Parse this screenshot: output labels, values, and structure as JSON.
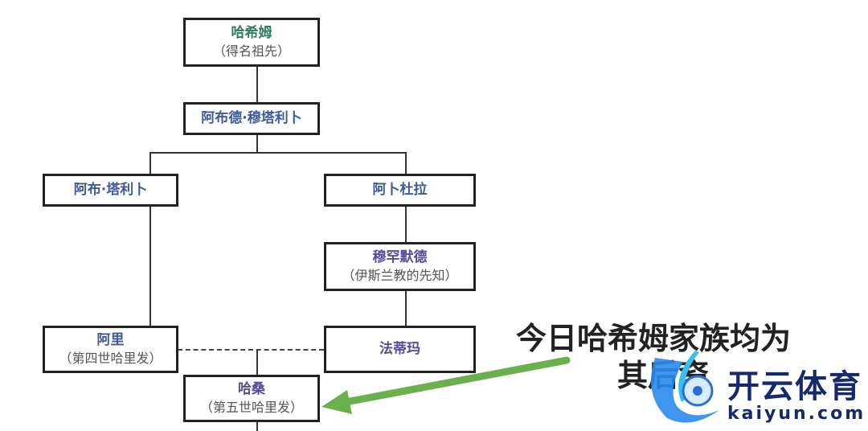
{
  "nodes": {
    "hashim": {
      "name": "哈希姆",
      "note": "（得名祖先）"
    },
    "abd_al_muttalib": {
      "name": "阿布德·穆塔利卜"
    },
    "abu_talib": {
      "name": "阿布·塔利卜"
    },
    "abdullah": {
      "name": "阿卜杜拉"
    },
    "muhammad": {
      "name": "穆罕默德",
      "note": "（伊斯兰教的先知）"
    },
    "ali": {
      "name": "阿里",
      "note": "（第四世哈里发）"
    },
    "fatima": {
      "name": "法蒂玛"
    },
    "hasan": {
      "name": "哈桑",
      "note": "（第五世哈里发）"
    }
  },
  "annotation": {
    "line1": "今日哈希姆家族均为",
    "line2": "其后裔",
    "arrow_color": "#6ab04c"
  },
  "watermark": {
    "cn": "开云体育",
    "en": "kaiyun.com"
  }
}
